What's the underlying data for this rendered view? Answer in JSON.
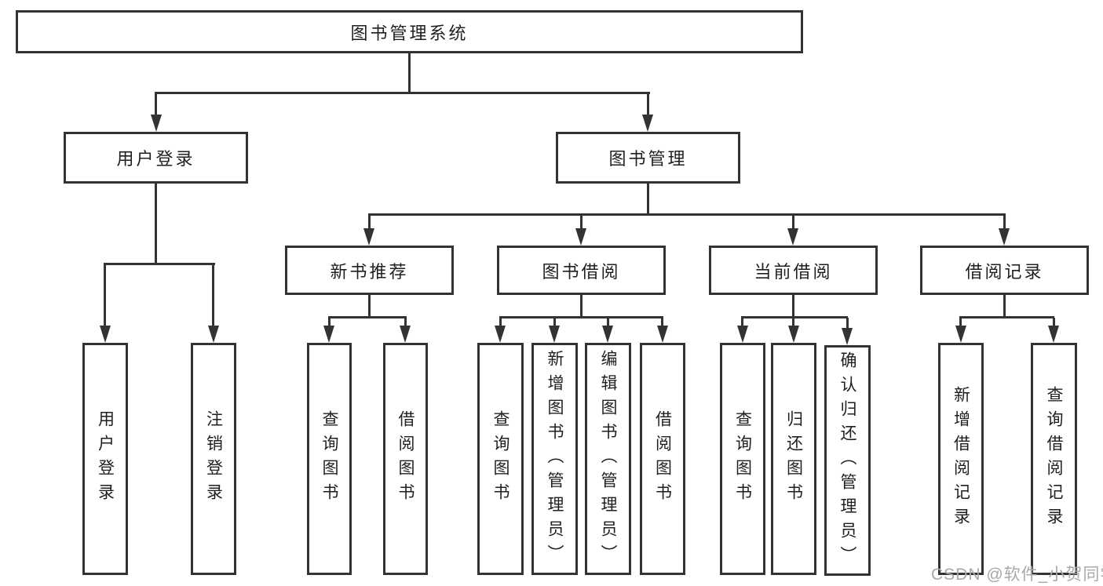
{
  "tree": {
    "root": "图书管理系统",
    "user_login": {
      "label": "用户登录",
      "children": [
        "用户登录",
        "注销登录"
      ]
    },
    "book_management": {
      "label": "图书管理",
      "sections": [
        {
          "label": "新书推荐",
          "children": [
            "查询图书",
            "借阅图书"
          ]
        },
        {
          "label": "图书借阅",
          "children": [
            "查询图书",
            "新增图书（管理员）",
            "编辑图书（管理员）",
            "借阅图书"
          ]
        },
        {
          "label": "当前借阅",
          "children": [
            "查询图书",
            "归还图书",
            "确认归还（管理员）"
          ]
        },
        {
          "label": "借阅记录",
          "children": [
            "新增借阅记录",
            "查询借阅记录"
          ]
        }
      ]
    }
  },
  "watermark": "CSDN @软件_小贺同学",
  "colors": {
    "line": "#333333",
    "text": "#1f1f1f",
    "background": "#ffffff",
    "watermark": "#a9a9a9"
  }
}
